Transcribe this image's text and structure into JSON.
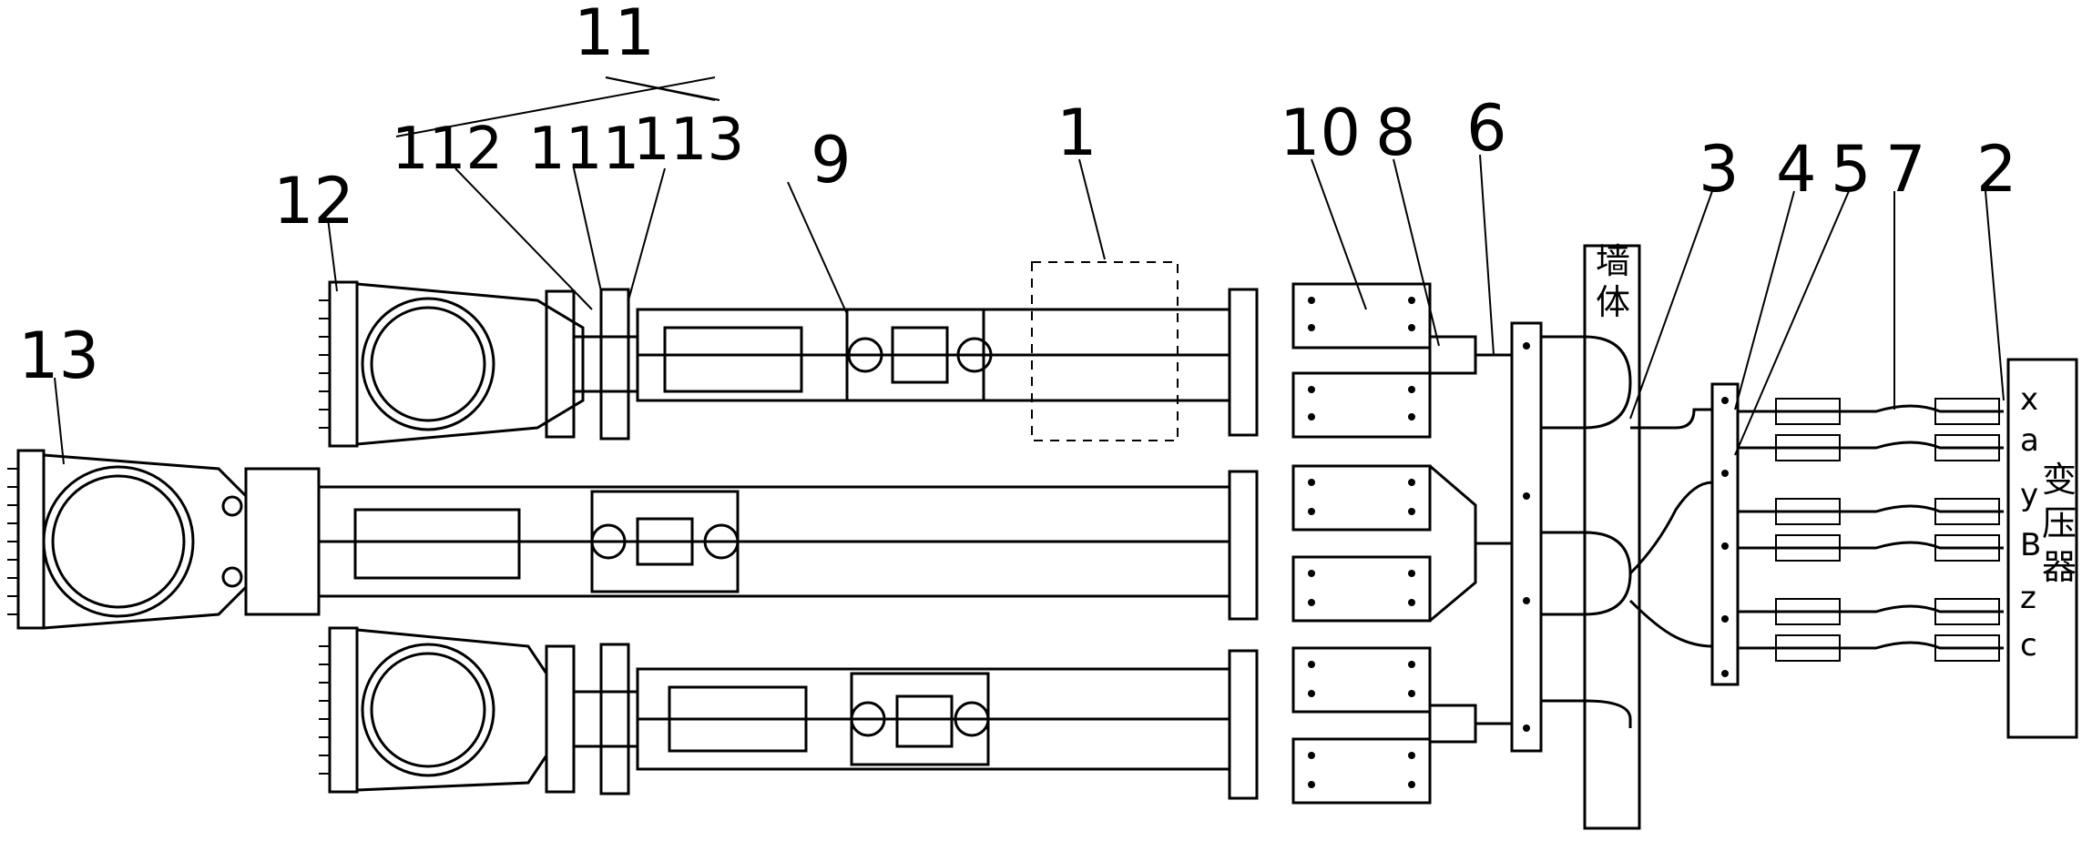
{
  "callouts": {
    "n1": "1",
    "n2": "2",
    "n3": "3",
    "n4": "4",
    "n5": "5",
    "n6": "6",
    "n7": "7",
    "n8": "8",
    "n9": "9",
    "n10": "10",
    "n11": "11",
    "n111": "111",
    "n112": "112",
    "n113": "113",
    "n12": "12",
    "n13": "13"
  },
  "wall_label": [
    "墙",
    "体"
  ],
  "transformer": {
    "terminals": [
      "x",
      "a",
      "y",
      "B",
      "z",
      "c"
    ],
    "name": [
      "变",
      "压",
      "器"
    ]
  }
}
